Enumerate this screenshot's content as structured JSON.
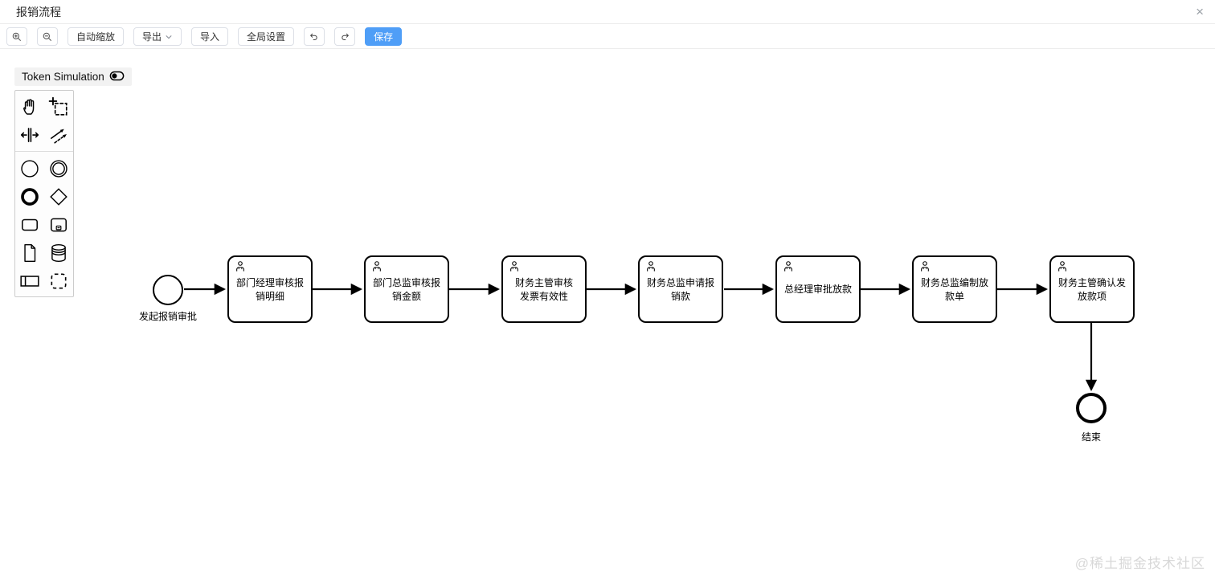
{
  "header": {
    "title": "报销流程",
    "close_glyph": "×"
  },
  "toolbar": {
    "auto_zoom_label": "自动缩放",
    "export_label": "导出",
    "import_label": "导入",
    "global_settings_label": "全局设置",
    "save_label": "保存",
    "icons": [
      "zoom-in-magnifier",
      "zoom-out-magnifier",
      "chevron-down",
      "undo-arrow",
      "redo-arrow"
    ]
  },
  "token_simulation": {
    "label": "Token Simulation",
    "icon": "toggle-switch"
  },
  "palette": {
    "items": [
      "hand-tool",
      "lasso-tool",
      "space-tool",
      "global-connect-tool",
      "create-start-event",
      "create-intermediate-event",
      "create-end-event",
      "create-gateway",
      "create-task",
      "create-subprocess",
      "create-data-object",
      "create-data-store",
      "create-participant",
      "create-group"
    ]
  },
  "diagram": {
    "start_event_label": "发起报销审批",
    "tasks": [
      {
        "label": "部门经理审核报\n销明细"
      },
      {
        "label": "部门总监审核报\n销金额"
      },
      {
        "label": "财务主管审核\n发票有效性"
      },
      {
        "label": "财务总监申请报\n销款"
      },
      {
        "label": "总经理审批放款"
      },
      {
        "label": "财务总监编制放\n款单"
      },
      {
        "label": "财务主管确认发\n放款项"
      }
    ],
    "end_event_label": "结束"
  },
  "watermark": "@稀土掘金技术社区",
  "colors": {
    "save_button": "#4f9ef7",
    "diagram_stroke": "#000000",
    "watermark": "#d8d8d8"
  }
}
